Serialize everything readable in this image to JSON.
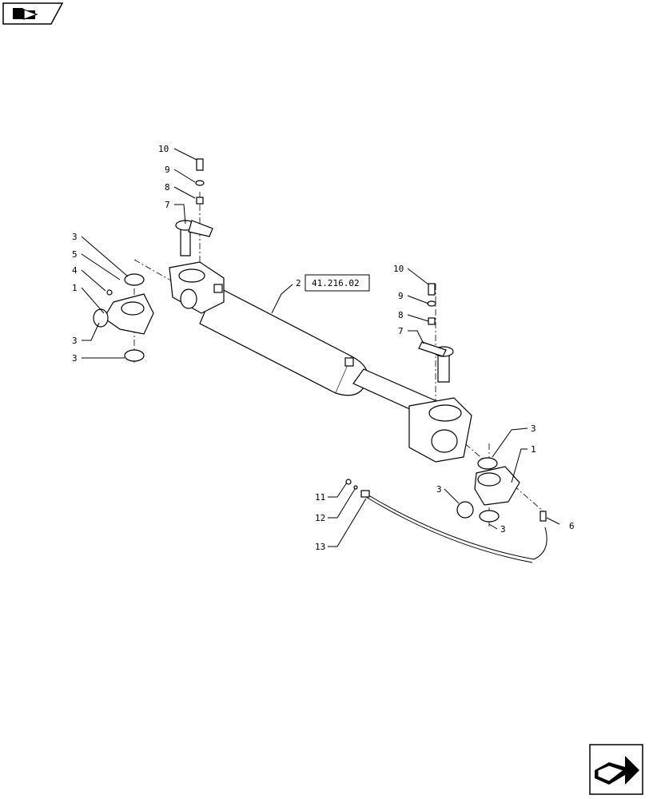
{
  "diagram": {
    "callouts": {
      "c10a": "10",
      "c9a": "9",
      "c8a": "8",
      "c7a": "7",
      "c3a": "3",
      "c5": "5",
      "c4": "4",
      "c1a": "1",
      "c3b": "3",
      "c3c": "3",
      "c2": "2",
      "c10b": "10",
      "c9b": "9",
      "c8b": "8",
      "c7b": "7",
      "c3d": "3",
      "c1b": "1",
      "c3e": "3",
      "c3f": "3",
      "c6": "6",
      "c11": "11",
      "c12": "12",
      "c13": "13"
    },
    "reference_box": "41.216.02"
  },
  "nav": {
    "prev_icon": "arrow-left-folder-icon",
    "next_icon": "arrow-right-folder-icon"
  }
}
